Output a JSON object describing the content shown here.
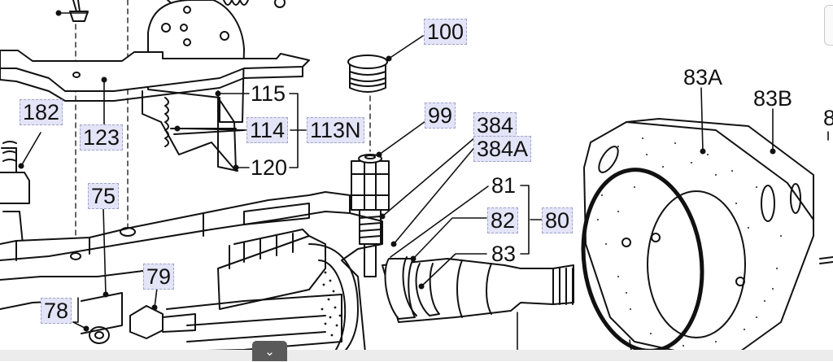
{
  "diagram": {
    "labels": {
      "l100": "100",
      "l182": "182",
      "l123": "123",
      "l115": "115",
      "l114": "114",
      "l113N": "113N",
      "l120": "120",
      "l99": "99",
      "l384": "384",
      "l384A": "384A",
      "l83A": "83A",
      "l83B": "83B",
      "l8": "8",
      "l75": "75",
      "l81": "81",
      "l82": "82",
      "l80": "80",
      "l83": "83",
      "l79": "79",
      "l78": "78"
    },
    "colors": {
      "highlight_fill": "#e3e4f7",
      "highlight_border": "#9fa3c8",
      "line": "#111111"
    }
  },
  "ui": {
    "collapse_button_icon": "chevron-down-icon",
    "collapse_glyph": "⌄",
    "side_tab_icon": "side-tab-icon"
  }
}
